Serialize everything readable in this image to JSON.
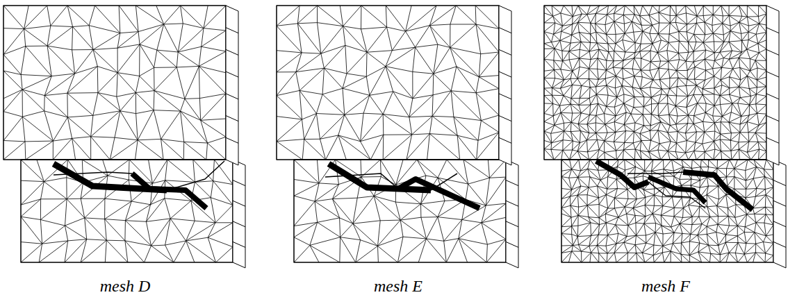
{
  "diagram": {
    "labels": [
      "mesh D",
      "mesh E",
      "mesh F"
    ]
  }
}
